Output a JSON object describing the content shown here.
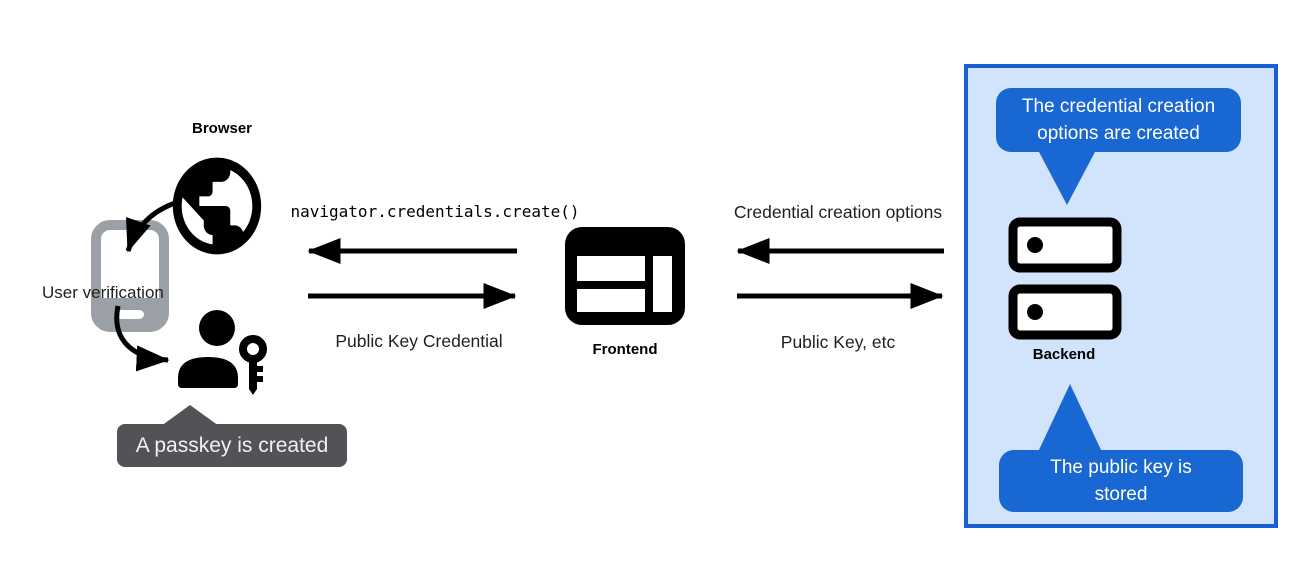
{
  "colors": {
    "icon_black": "#000000",
    "text": "#1f1f1f",
    "phone_gray": "#9aa0a6",
    "tooltip_bg": "#515357",
    "tooltip_text": "#f1f1f1",
    "bubble_blue": "#1967d2",
    "panel_fill": "#d2e3fc",
    "panel_border": "#1a5fd2",
    "white": "#ffffff"
  },
  "nodes": {
    "browser": {
      "label": "Browser"
    },
    "phone": {
      "label": "User verification"
    },
    "frontend": {
      "label": "Frontend"
    },
    "backend": {
      "label": "Backend"
    }
  },
  "callouts": {
    "passkey_tooltip": {
      "text": "A passkey is created"
    },
    "credential_options_bubble": {
      "line1": "The credential creation",
      "line2": "options are created"
    },
    "public_key_bubble": {
      "line1": "The public key is",
      "line2": "stored"
    }
  },
  "messages": {
    "navigator_create": {
      "label": "navigator.credentials.create()",
      "direction": "left"
    },
    "public_key_credential": {
      "label": "Public Key Credential",
      "direction": "right"
    },
    "credential_creation_options": {
      "label": "Credential creation options",
      "direction": "left"
    },
    "public_key_etc": {
      "label": "Public Key, etc",
      "direction": "right"
    }
  },
  "icons": {
    "globe": "globe-browser-icon",
    "smartphone": "smartphone-icon",
    "person_key": "person-with-key-icon",
    "frontend_window": "browser-window-icon",
    "backend_server": "server-stack-icon"
  }
}
